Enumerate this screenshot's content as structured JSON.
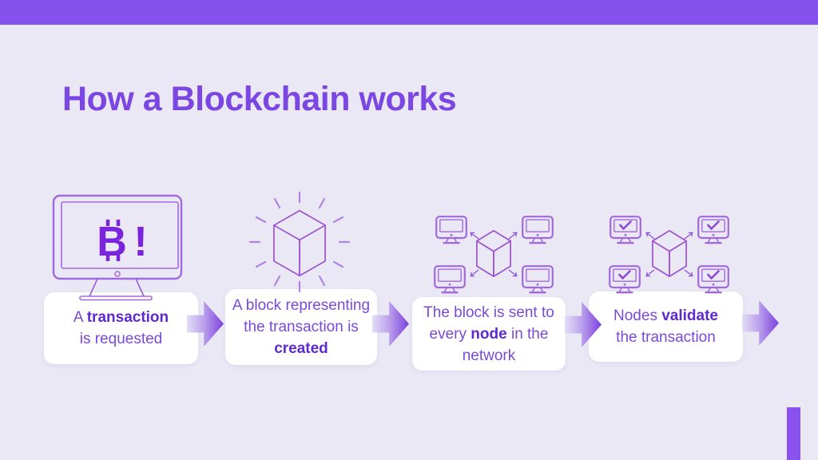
{
  "slide": {
    "title": "How a Blockchain works"
  },
  "colors": {
    "top_accent_bar": "#8451EC",
    "bottom_accent_bar": "#8A52ED",
    "background": "#E9E8F4",
    "card_background": "#FFFFFF",
    "title_text": "#7B46E2",
    "body_text": "#7A4AD6",
    "bold_text": "#5E29CE",
    "icon_stroke": "#A269DE",
    "cube_stroke": "#9C53D0",
    "bitcoin_symbol": "#7A25DB",
    "arrow_gradient_start": "#E4DDF6",
    "arrow_gradient_end": "#7B3FDE"
  },
  "steps": [
    {
      "name": "transaction-requested",
      "icon": "monitor-bitcoin-icon",
      "screen_symbol": "₿!",
      "symbol_b": "B",
      "symbol_bang": "!",
      "lines": [
        [
          {
            "t": "A ",
            "b": false
          },
          {
            "t": "transaction",
            "b": true
          }
        ],
        [
          {
            "t": "is requested",
            "b": false
          }
        ]
      ]
    },
    {
      "name": "block-created",
      "icon": "shining-cube-icon",
      "lines": [
        [
          {
            "t": "A block representing",
            "b": false
          }
        ],
        [
          {
            "t": "the transaction is",
            "b": false
          }
        ],
        [
          {
            "t": "created",
            "b": true
          }
        ]
      ]
    },
    {
      "name": "block-broadcast",
      "icon": "cube-network-icon",
      "lines": [
        [
          {
            "t": "The block is sent to",
            "b": false
          }
        ],
        [
          {
            "t": "every ",
            "b": false
          },
          {
            "t": "node",
            "b": true
          },
          {
            "t": " in the",
            "b": false
          }
        ],
        [
          {
            "t": "network",
            "b": false
          }
        ]
      ]
    },
    {
      "name": "nodes-validate",
      "icon": "cube-network-check-icon",
      "lines": [
        [
          {
            "t": "Nodes ",
            "b": false
          },
          {
            "t": "validate",
            "b": true
          }
        ],
        [
          {
            "t": "the transaction",
            "b": false
          }
        ]
      ]
    }
  ]
}
